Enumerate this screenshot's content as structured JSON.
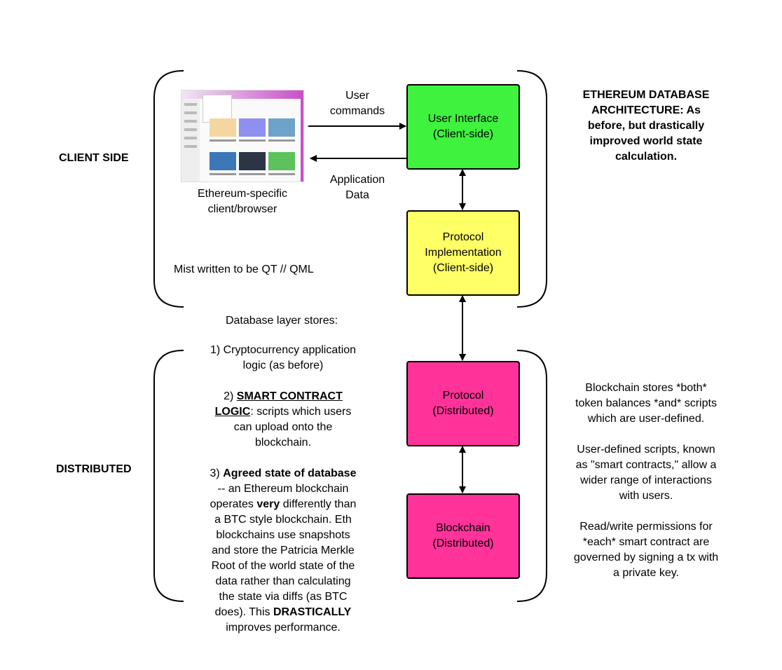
{
  "side_labels": {
    "client": "CLIENT SIDE",
    "distributed": "DISTRIBUTED"
  },
  "title": [
    "ETHEREUM DATABASE",
    "ARCHITECTURE: As",
    "before, but drastically",
    "improved world state",
    "calculation."
  ],
  "boxes": {
    "user_interface": {
      "lines": [
        "User Interface",
        "(Client-side)"
      ],
      "color": "#3ef23e"
    },
    "protocol_impl": {
      "lines": [
        "Protocol",
        "Implementation",
        "(Client-side)"
      ],
      "color": "#ffff66"
    },
    "protocol_dist": {
      "lines": [
        "Protocol",
        "(Distributed)"
      ],
      "color": "#ff3399"
    },
    "blockchain": {
      "lines": [
        "Blockchain",
        "(Distributed)"
      ],
      "color": "#ff3399"
    }
  },
  "arrows": {
    "user_commands": [
      "User",
      "commands"
    ],
    "application_data": [
      "Application",
      "Data"
    ]
  },
  "client": {
    "caption": [
      "Ethereum-specific",
      "client/browser"
    ],
    "mist_note": "Mist written to be QT // QML"
  },
  "db_layer": {
    "heading": "Database layer stores:",
    "item1": [
      "1) Cryptocurrency application",
      "logic (as before)"
    ],
    "item2_prefix": "2) ",
    "item2_bold": "SMART CONTRACT",
    "item2_bold2": "LOGIC",
    "item2_rest": ": scripts which users",
    "item2_lines": [
      "can upload onto the",
      "blockchain."
    ],
    "item3_prefix": "3) ",
    "item3_bold": "Agreed state of database",
    "item3_line2": "-- an Ethereum blockchain",
    "item3_line3_a": "operates ",
    "item3_line3_b": "very",
    "item3_line3_c": " differently than",
    "item3_lines": [
      "a BTC style blockchain. Eth",
      "blockchains use snapshots",
      "and store the Patricia Merkle",
      "Root of the world state of the",
      "data rather than calculating",
      "the state via diffs (as BTC"
    ],
    "item3_last_a": "does). This ",
    "item3_last_b": "DRASTICALLY",
    "item3_final": "improves performance."
  },
  "right_notes": {
    "p1": [
      "Blockchain stores *both*",
      "token balances *and* scripts",
      "which are user-defined."
    ],
    "p2": [
      "User-defined scripts, known",
      "as \"smart contracts,\" allow a",
      "wider range of interactions",
      "with users."
    ],
    "p3": [
      "Read/write permissions for",
      "*each* smart contract are",
      "governed by signing a tx with",
      "a private key."
    ]
  }
}
